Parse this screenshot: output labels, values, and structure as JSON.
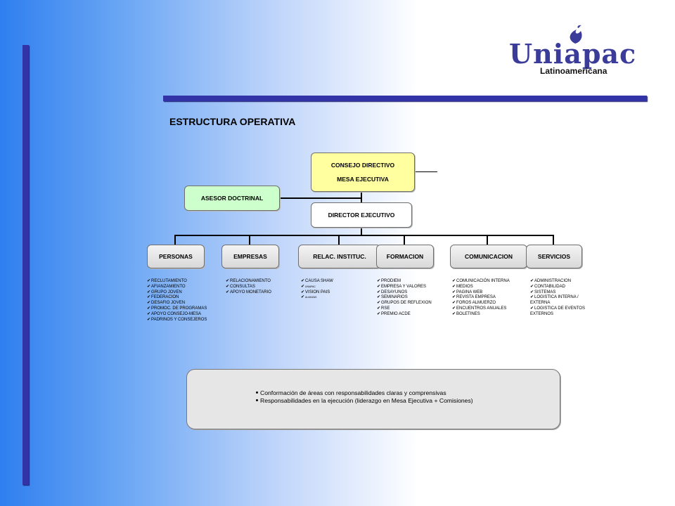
{
  "logo": {
    "name": "Uniapac",
    "subtitle": "Latinoamericana"
  },
  "title": "ESTRUCTURA OPERATIVA",
  "top_box": {
    "line1": "CONSEJO DIRECTIVO",
    "line2": "MESA EJECUTIVA"
  },
  "asesor": "ASESOR DOCTRINAL",
  "director": "DIRECTOR EJECUTIVO",
  "departments": [
    {
      "label": "PERSONAS",
      "items": [
        "RECLUTAMIENTO",
        "AFIANZAMIENTO",
        "GRUPO JOVEN",
        "FEDERACION",
        "DESAFIO JOVEN",
        "PROMOC. DE PROGRAMAS",
        "APOYO CONSEJO-MESA",
        "PADRINOS Y CONSEJEROS"
      ]
    },
    {
      "label": "EMPRESAS",
      "items": [
        "RELACIONAMIENTO",
        "CONSULTAS",
        "APOYO MONETARIO"
      ]
    },
    {
      "label": "RELAC. INSTITUC.",
      "items": [
        "CAUSA SHAW",
        "UNIAPAC",
        "VISION PAIS",
        "ALIANZAS"
      ]
    },
    {
      "label": "FORMACION",
      "items": [
        "PRODIEM",
        "EMPRESA Y VALORES",
        "DESAYUNOS",
        "SEMINARIOS",
        "GRUPOS DE REFLEXION",
        "RSE",
        "PREMIO ACDE"
      ]
    },
    {
      "label": "COMUNICACION",
      "items": [
        "COMUNICACIÓN INTERNA",
        "MEDIOS",
        "PAGINA WEB",
        "REVISTA EMPRESA",
        "FOROS ALMUERZO",
        "ENCUENTROS ANUALES",
        "BOLETINES"
      ]
    },
    {
      "label": "SERVICIOS",
      "items": [
        "ADMINISTRACION",
        "CONTABILIDAD",
        "SISTEMAS",
        "LOGISTICA INTERNA / EXTERNA",
        "LOGISTICA DE EVENTOS EXTERNOS"
      ]
    }
  ],
  "notes": [
    "Conformación de áreas con responsabilidades claras y comprensivas",
    "Responsabilidades en la ejecución (liderazgo en Mesa Ejecutiva + Comisiones)"
  ],
  "colors": {
    "accent_bar": "#3333a8",
    "top_box": "#ffffa0",
    "asesor_box": "#ccffcc"
  }
}
